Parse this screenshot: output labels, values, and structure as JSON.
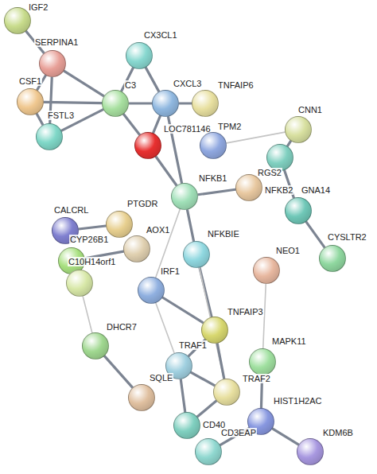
{
  "diagram": {
    "nodes": [
      {
        "text": [
          "IGF2"
        ]
      },
      {
        "text": [
          "SERPINA1"
        ]
      },
      {
        "text": [
          "CX3CL1"
        ]
      },
      {
        "text": [
          "CSF1"
        ]
      },
      {
        "text": [
          "C3"
        ]
      },
      {
        "text": [
          "CXCL3"
        ]
      },
      {
        "text": [
          "TNFAIP6"
        ]
      },
      {
        "text": [
          "FSTL3"
        ]
      },
      {
        "text": [
          "LOC781146"
        ]
      },
      {
        "text": [
          "TPM2"
        ]
      },
      {
        "text": [
          "CNN1"
        ]
      },
      {
        "text": [
          "RGS2"
        ]
      },
      {
        "text": [
          "NFKB2"
        ]
      },
      {
        "text": [
          "NFKB1"
        ]
      },
      {
        "text": [
          "GNA14"
        ]
      },
      {
        "text": [
          "CALCRL"
        ]
      },
      {
        "text": [
          "PTGDR"
        ]
      },
      {
        "text": [
          "CYP26B1"
        ]
      },
      {
        "text": [
          "AOX1"
        ]
      },
      {
        "text": [
          "NFKBIE"
        ]
      },
      {
        "text": [
          "CYSLTR2"
        ]
      },
      {
        "text": [
          "NEO1"
        ]
      },
      {
        "text": [
          "C10H14orf1"
        ]
      },
      {
        "text": [
          "IRF1"
        ]
      },
      {
        "text": [
          "TNFAIP3"
        ]
      },
      {
        "text": [
          "DHCR7"
        ]
      },
      {
        "text": [
          "MAPK11"
        ]
      },
      {
        "text": [
          "TRAF1"
        ]
      },
      {
        "text": [
          "TRAF2"
        ]
      },
      {
        "text": [
          "SQLE"
        ]
      },
      {
        "text": [
          "HIST1H2AC"
        ]
      },
      {
        "text": [
          "CD40"
        ]
      },
      {
        "text": [
          "CD3EAP"
        ]
      },
      {
        "text": [
          "KDM6B"
        ]
      }
    ],
    "edges": [
      {
        "from": 0,
        "to": 1,
        "arrow": "none"
      },
      {
        "from": 1,
        "to": 3,
        "arrow": "none"
      },
      {
        "from": 1,
        "to": 7,
        "arrow": "none"
      },
      {
        "from": 1,
        "to": 4,
        "arrow": "none"
      },
      {
        "from": 3,
        "to": 7,
        "arrow": "none"
      },
      {
        "from": 3,
        "to": 4,
        "arrow": "none"
      },
      {
        "from": 7,
        "to": 4,
        "arrow": "none"
      },
      {
        "from": 4,
        "to": 2,
        "arrow": "none"
      },
      {
        "from": 4,
        "to": 5,
        "arrow": "none"
      },
      {
        "from": 4,
        "to": 8,
        "arrow": "none"
      },
      {
        "from": 2,
        "to": 5,
        "arrow": "none"
      },
      {
        "from": 5,
        "to": 6,
        "arrow": "none"
      },
      {
        "from": 5,
        "to": 8,
        "arrow": "none"
      },
      {
        "from": 5,
        "to": 13,
        "arrow": "none"
      },
      {
        "from": 8,
        "to": 13,
        "arrow": "none"
      },
      {
        "from": 13,
        "to": 12,
        "arrow": "none"
      },
      {
        "from": 13,
        "to": 19,
        "arrow": "none"
      },
      {
        "from": 13,
        "to": 23,
        "arrow": "none"
      },
      {
        "from": 9,
        "to": 10,
        "arrow": "none"
      },
      {
        "from": 10,
        "to": 11,
        "arrow": "none"
      },
      {
        "from": 11,
        "to": 14,
        "arrow": "none"
      },
      {
        "from": 14,
        "to": 20,
        "arrow": "none"
      },
      {
        "from": 19,
        "to": 24,
        "arrow": "none"
      },
      {
        "from": 19,
        "to": 28,
        "arrow": "none"
      },
      {
        "from": 23,
        "to": 24,
        "arrow": "none"
      },
      {
        "from": 23,
        "to": 27,
        "arrow": "none"
      },
      {
        "from": 24,
        "to": 27,
        "arrow": "none"
      },
      {
        "from": 24,
        "to": 28,
        "arrow": "none"
      },
      {
        "from": 27,
        "to": 28,
        "arrow": "none"
      },
      {
        "from": 27,
        "to": 31,
        "arrow": "none"
      },
      {
        "from": 28,
        "to": 31,
        "arrow": "none"
      },
      {
        "from": 15,
        "to": 16,
        "arrow": "none"
      },
      {
        "from": 17,
        "to": 18,
        "arrow": "none"
      },
      {
        "from": 22,
        "to": 25,
        "arrow": "none"
      },
      {
        "from": 25,
        "to": 29,
        "arrow": "none"
      },
      {
        "from": 21,
        "to": 26,
        "arrow": "none"
      },
      {
        "from": 26,
        "to": 30,
        "arrow": "none"
      },
      {
        "from": 30,
        "to": 32,
        "arrow": "none"
      },
      {
        "from": 30,
        "to": 33,
        "arrow": "none"
      }
    ]
  }
}
